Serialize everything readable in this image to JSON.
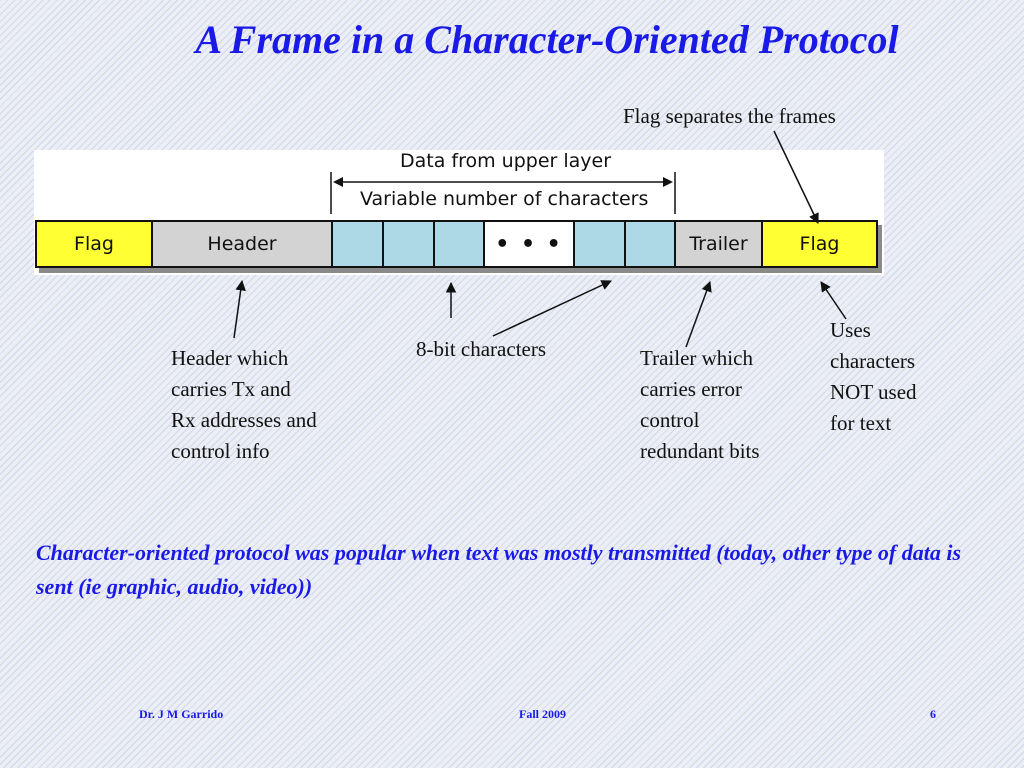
{
  "slide": {
    "title": "A Frame in a Character-Oriented Protocol",
    "diagram": {
      "data_label": "Data from upper layer",
      "variable_label": "Variable number of characters",
      "fields": {
        "flag_left": "Flag",
        "header": "Header",
        "dots": "• • •",
        "trailer": "Trailer",
        "flag_right": "Flag"
      },
      "colors": {
        "flag": "#ffff33",
        "header": "#d3d3d3",
        "char": "#add8e6",
        "trailer": "#d3d3d3"
      }
    },
    "callouts": {
      "flag_sep": "Flag separates the frames",
      "header": "Header which\ncarries Tx and\nRx addresses and\ncontrol info",
      "chars": "8-bit characters",
      "trailer": "Trailer which\ncarries error\ncontrol\nredundant bits",
      "uses": "Uses\ncharacters\nNOT used\nfor text"
    },
    "note": "Character-oriented protocol was popular when text was mostly transmitted (today, other type of data is sent (ie graphic, audio, video))",
    "footer": {
      "author": "Dr. J M Garrido",
      "term": "Fall 2009",
      "page": "6"
    }
  }
}
